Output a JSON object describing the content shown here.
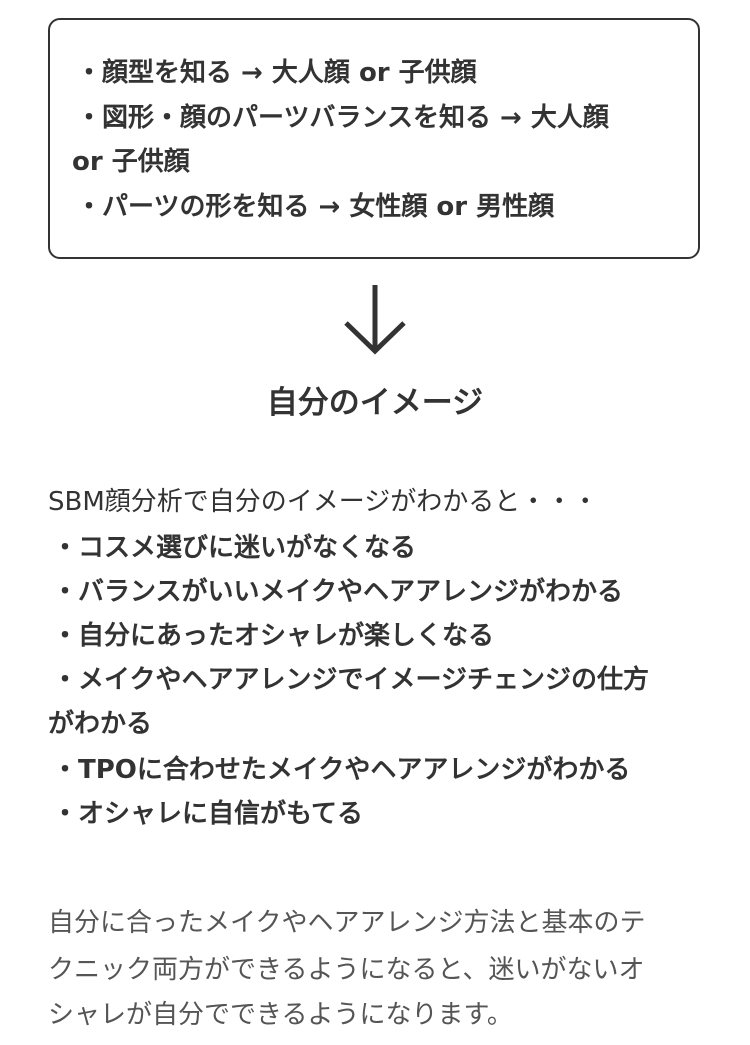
{
  "summary_box": {
    "lines": [
      "・顔型を知る → 大人顔 or 子供顔",
      "・図形・顔のパーツバランスを知る → 大人顔",
      "or 子供顔",
      "・パーツの形を知る → 女性顔 or 男性顔"
    ]
  },
  "arrow_icon": "arrow-down-icon",
  "heading": "自分のイメージ",
  "intro": "SBM顔分析で自分のイメージがわかると・・・",
  "benefits": [
    "・コスメ選びに迷いがなくなる",
    "・バランスがいいメイクやヘアアレンジがわかる",
    "・自分にあったオシャレが楽しくなる",
    "・メイクやヘアアレンジでイメージチェンジの仕方",
    "がわかる",
    "・TPOに合わせたメイクやヘアアレンジがわかる",
    "・オシャレに自信がもてる"
  ],
  "closing": [
    "自分に合ったメイクやヘアアレンジ方法と基本のテ",
    "クニック両方ができるようになると、迷いがないオ",
    "シャレが自分でできるようになります。"
  ],
  "colors": {
    "text": "#333333",
    "closing_text": "#555555",
    "border": "#333333",
    "background": "#ffffff"
  }
}
